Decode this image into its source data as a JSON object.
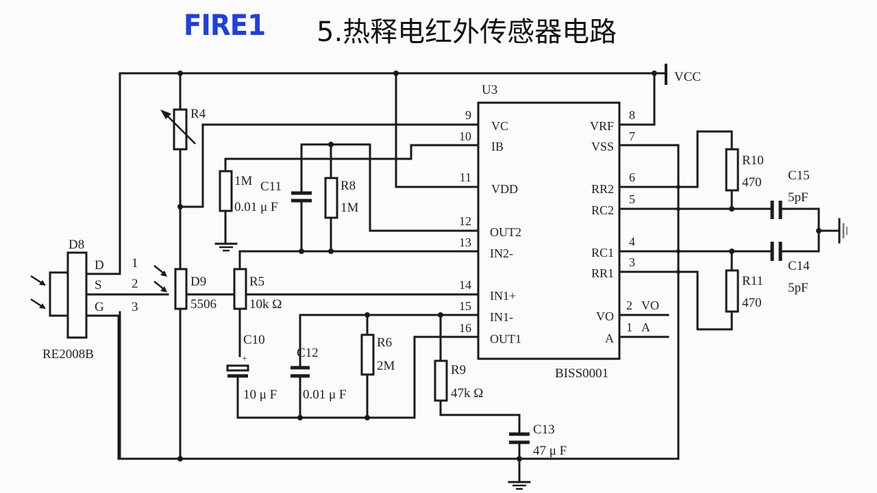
{
  "header": {
    "logo": "FIRE1",
    "title": "5.热释电红外传感器电路"
  },
  "schematic": {
    "power": {
      "vcc": "VCC"
    },
    "ic": {
      "ref": "U3",
      "part": "BISS0001",
      "left_pins": [
        {
          "num": "9",
          "name": "VC"
        },
        {
          "num": "10",
          "name": "IB"
        },
        {
          "num": "11",
          "name": "VDD"
        },
        {
          "num": "12",
          "name": "OUT2"
        },
        {
          "num": "13",
          "name": "IN2-"
        },
        {
          "num": "14",
          "name": "IN1+"
        },
        {
          "num": "15",
          "name": "IN1-"
        },
        {
          "num": "16",
          "name": "OUT1"
        }
      ],
      "right_pins": [
        {
          "num": "8",
          "name": "VRF"
        },
        {
          "num": "7",
          "name": "VSS"
        },
        {
          "num": "6",
          "name": "RR2"
        },
        {
          "num": "5",
          "name": "RC2"
        },
        {
          "num": "4",
          "name": "RC1"
        },
        {
          "num": "3",
          "name": "RR1"
        },
        {
          "num": "2",
          "name": "VO"
        },
        {
          "num": "1",
          "name": "A"
        }
      ],
      "outputs": [
        {
          "num": "2",
          "name": "VO"
        },
        {
          "num": "1",
          "name": "A"
        }
      ]
    },
    "sensor": {
      "ref": "D8",
      "part": "RE2008B",
      "pins": [
        {
          "name": "D",
          "num": "1"
        },
        {
          "name": "S",
          "num": "2"
        },
        {
          "name": "G",
          "num": "3"
        }
      ]
    },
    "photo": {
      "ref": "D9",
      "value": "5506"
    },
    "components": {
      "R4": {
        "ref": "R4"
      },
      "R1M": {
        "value": "1M"
      },
      "C11": {
        "ref": "C11",
        "value": "0.01 μ F"
      },
      "R8": {
        "ref": "R8",
        "value": "1M"
      },
      "R5": {
        "ref": "R5",
        "value": "10k Ω"
      },
      "C10": {
        "ref": "C10",
        "value": "10 μ F",
        "polarity": "+"
      },
      "C12": {
        "ref": "C12",
        "value": "0.01 μ F"
      },
      "R6": {
        "ref": "R6",
        "value": "2M"
      },
      "R9": {
        "ref": "R9",
        "value": "47k Ω"
      },
      "C13": {
        "ref": "C13",
        "value": "47 μ F"
      },
      "R10": {
        "ref": "R10",
        "value": "470"
      },
      "C15": {
        "ref": "C15",
        "value": "5pF"
      },
      "R11": {
        "ref": "R11",
        "value": "470"
      },
      "C14": {
        "ref": "C14",
        "value": "5pF"
      }
    }
  }
}
